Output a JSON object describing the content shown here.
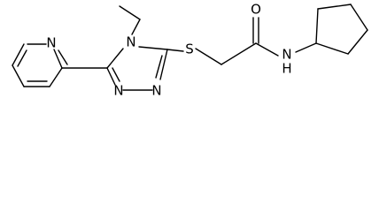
{
  "diagram": {
    "type": "chemical-structure",
    "atoms": {
      "py_n": "N",
      "tri_n4": "N",
      "tri_n1": "N",
      "tri_n2": "N",
      "sulfur": "S",
      "oxygen": "O",
      "amide_n": "N",
      "amide_h": "H"
    }
  }
}
